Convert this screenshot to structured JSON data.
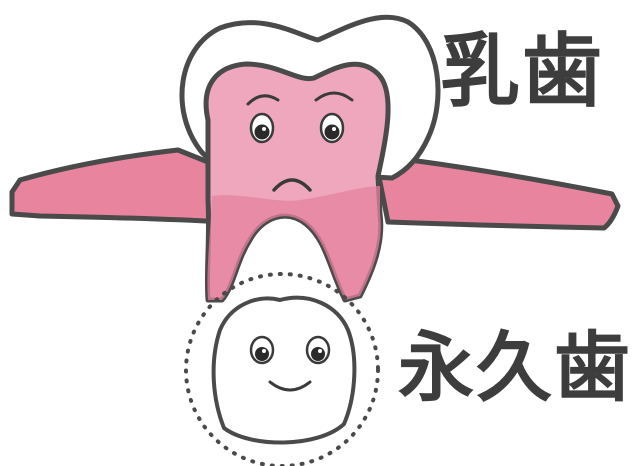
{
  "labels": {
    "baby_tooth": "乳歯",
    "permanent_tooth": "永久歯"
  },
  "colors": {
    "gum_pink": "#e8849e",
    "tooth_pink": "#eea7bd",
    "tooth_pink_deep": "#e5829f",
    "outline": "#4a4a4a",
    "paper": "#ffffff"
  },
  "icons": {
    "baby_tooth": "tooth-worried-face",
    "permanent_tooth": "tooth-bud-smiling-face"
  }
}
